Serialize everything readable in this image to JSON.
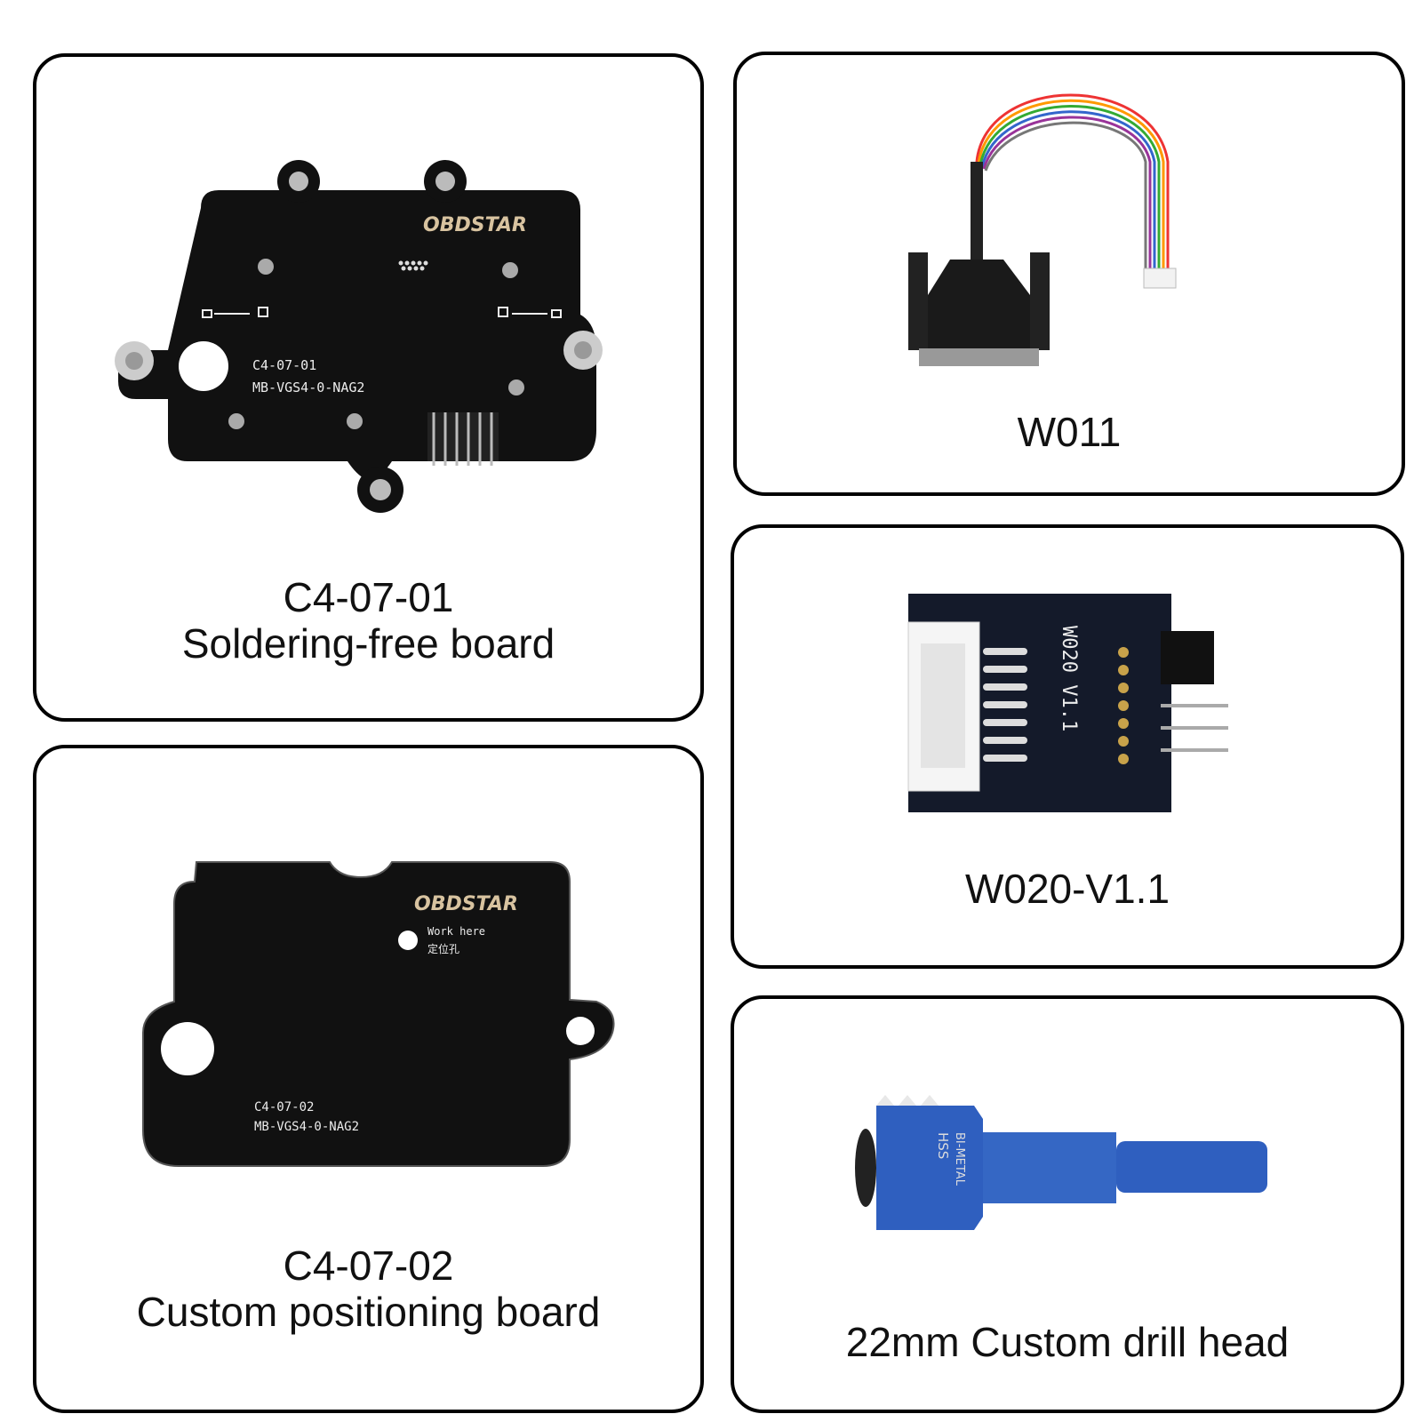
{
  "cards": [
    {
      "id": "c4-07-01",
      "caption_line1": "C4-07-01",
      "caption_line2": "Soldering-free board",
      "board_logo": "OBDSTAR",
      "board_label_1": "C4-07-01",
      "board_label_2": "MB-VGS4-0-NAG2"
    },
    {
      "id": "c4-07-02",
      "caption_line1": "C4-07-02",
      "caption_line2": "Custom positioning board",
      "board_logo": "OBDSTAR",
      "board_note_1": "Work here",
      "board_note_2": "定位孔",
      "board_label_1": "C4-07-02",
      "board_label_2": "MB-VGS4-0-NAG2"
    },
    {
      "id": "w011",
      "caption_line1": "W011"
    },
    {
      "id": "w020",
      "caption_line1": "W020-V1.1",
      "board_silkscreen": "W020 V1.1"
    },
    {
      "id": "drill",
      "caption_line1": "22mm Custom drill head",
      "drill_text_1": "HSS",
      "drill_text_2": "BI-METAL"
    }
  ],
  "colors": {
    "card_border": "#000000",
    "board_black": "#111111",
    "drill_blue": "#2f5fbf",
    "logo_gold": "#d8c3a0"
  }
}
